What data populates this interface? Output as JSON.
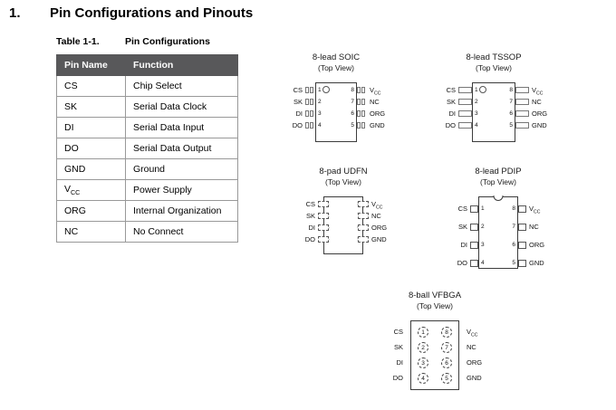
{
  "heading": {
    "number": "1.",
    "title": "Pin Configurations and Pinouts"
  },
  "table": {
    "caption_label": "Table 1-1.",
    "caption_title": "Pin Configurations",
    "headers": [
      "Pin Name",
      "Function"
    ],
    "rows": [
      {
        "pin": "CS",
        "function": "Chip Select"
      },
      {
        "pin": "SK",
        "function": "Serial Data Clock"
      },
      {
        "pin": "DI",
        "function": "Serial Data Input"
      },
      {
        "pin": "DO",
        "function": "Serial Data Output"
      },
      {
        "pin": "GND",
        "function": "Ground"
      },
      {
        "pin": "V~CC~",
        "function": "Power Supply"
      },
      {
        "pin": "ORG",
        "function": "Internal Organization"
      },
      {
        "pin": "NC",
        "function": "No Connect"
      }
    ]
  },
  "pinout": {
    "left": [
      {
        "num": "1",
        "label": "CS"
      },
      {
        "num": "2",
        "label": "SK"
      },
      {
        "num": "3",
        "label": "DI"
      },
      {
        "num": "4",
        "label": "DO"
      }
    ],
    "right": [
      {
        "num": "8",
        "label": "V~CC~"
      },
      {
        "num": "7",
        "label": "NC"
      },
      {
        "num": "6",
        "label": "ORG"
      },
      {
        "num": "5",
        "label": "GND"
      }
    ]
  },
  "packages": [
    {
      "id": "soic",
      "title": "8-lead SOIC",
      "subtitle": "(Top View)"
    },
    {
      "id": "tssop",
      "title": "8-lead TSSOP",
      "subtitle": "(Top View)"
    },
    {
      "id": "udfn",
      "title": "8-pad UDFN",
      "subtitle": "(Top View)"
    },
    {
      "id": "pdip",
      "title": "8-lead PDIP",
      "subtitle": "(Top View)"
    },
    {
      "id": "vfbga",
      "title": "8-ball VFBGA",
      "subtitle": "(Top View)"
    }
  ],
  "colors": {
    "table_header_bg": "#58585a",
    "table_border": "#999999"
  }
}
